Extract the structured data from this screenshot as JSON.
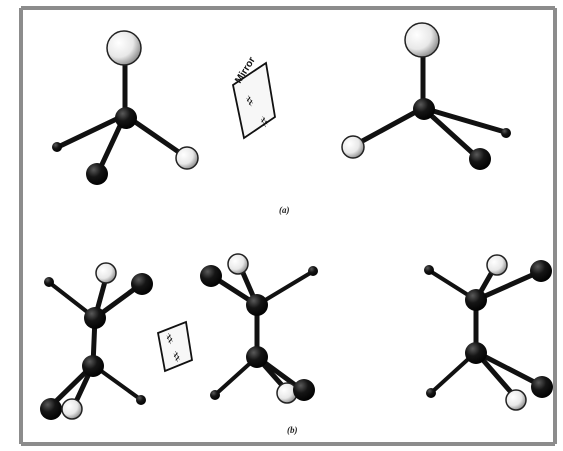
{
  "figure": {
    "mirror_label": "Mirror",
    "part_a_label": "(a)",
    "part_b_label": "(b)",
    "mirror_glyph": "♯"
  },
  "colors": {
    "frame": "#8c8c8c",
    "bond": "#111111",
    "white_atom": "#f2f2f2",
    "black_atom": "#111111"
  }
}
